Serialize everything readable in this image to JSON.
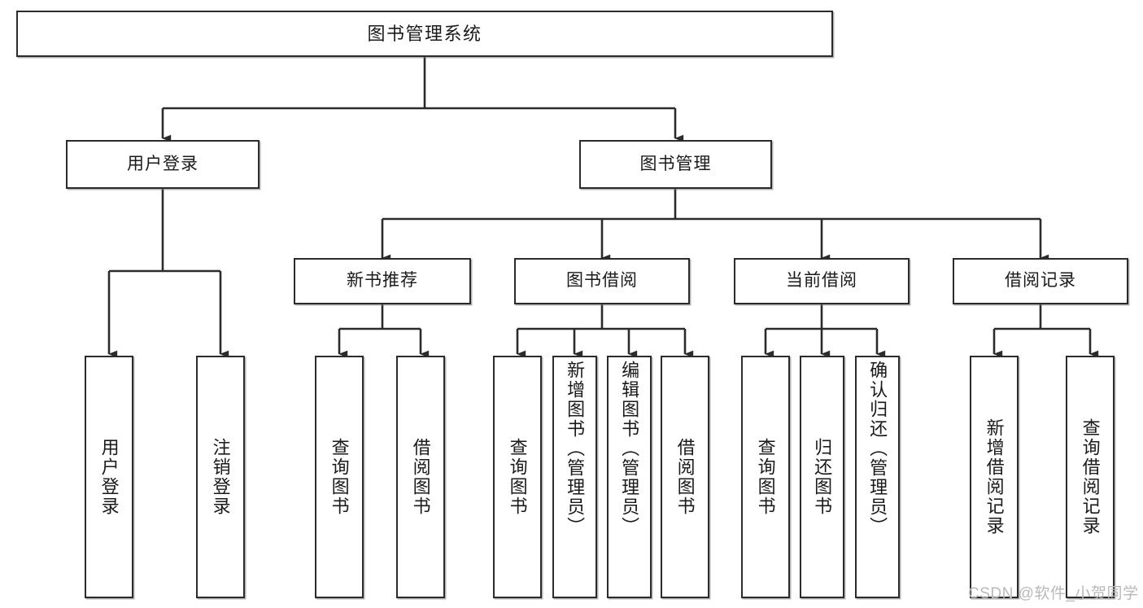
{
  "diagram": {
    "title": "图书管理系统",
    "type": "tree",
    "watermark": "CSDN @软件_小贺同学",
    "colors": {
      "border": "#2b2b2b",
      "background": "#ffffff",
      "text": "#1a1a1a",
      "edge": "#2b2b2b",
      "watermark": "#b9b9b9"
    },
    "nodes": {
      "root": {
        "label": "图书管理系统"
      },
      "level1": [
        {
          "id": "user-login",
          "label": "用户登录"
        },
        {
          "id": "book-manage",
          "label": "图书管理"
        }
      ],
      "level2": [
        {
          "id": "new-book-rec",
          "label": "新书推荐"
        },
        {
          "id": "book-borrow",
          "label": "图书借阅"
        },
        {
          "id": "current-borrow",
          "label": "当前借阅"
        },
        {
          "id": "borrow-record",
          "label": "借阅记录"
        }
      ],
      "leaves": {
        "user-login": [
          {
            "id": "leaf-user-login",
            "label": "用户登录"
          },
          {
            "id": "leaf-logout",
            "label": "注销登录"
          }
        ],
        "new-book-rec": [
          {
            "id": "leaf-query-book-1",
            "label": "查询图书"
          },
          {
            "id": "leaf-borrow-book-1",
            "label": "借阅图书"
          }
        ],
        "book-borrow": [
          {
            "id": "leaf-query-book-2",
            "label": "查询图书"
          },
          {
            "id": "leaf-add-book",
            "label": "新增图书（管理员）"
          },
          {
            "id": "leaf-edit-book",
            "label": "编辑图书（管理员）"
          },
          {
            "id": "leaf-borrow-book-2",
            "label": "借阅图书"
          }
        ],
        "current-borrow": [
          {
            "id": "leaf-query-book-3",
            "label": "查询图书"
          },
          {
            "id": "leaf-return-book",
            "label": "归还图书"
          },
          {
            "id": "leaf-confirm-return",
            "label": "确认归还（管理员）"
          }
        ],
        "borrow-record": [
          {
            "id": "leaf-add-record",
            "label": "新增借阅记录"
          },
          {
            "id": "leaf-query-record",
            "label": "查询借阅记录"
          }
        ]
      }
    }
  }
}
